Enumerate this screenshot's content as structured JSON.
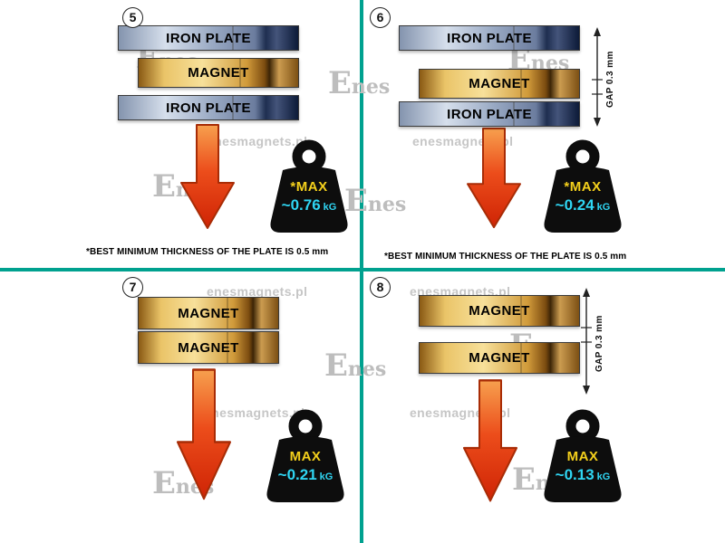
{
  "colors": {
    "divider": "#00a18f",
    "arrow": "#ec4d1b",
    "weight_body": "#0d0d0d",
    "max_label_text": "#f4d01c",
    "value_text": "#2fd5f2",
    "iron_plate_steel": "#9aaac4",
    "magnet_gold": "#eac468"
  },
  "watermark": {
    "site": "enesmagnets.pl",
    "logo": "Enes"
  },
  "panels": {
    "p5": {
      "number": "5",
      "layers": [
        "IRON PLATE",
        "MAGNET",
        "IRON PLATE"
      ],
      "weight": {
        "label": "*MAX",
        "value": "~0.76",
        "unit": "kG"
      },
      "footnote": "*BEST MINIMUM THICKNESS OF THE PLATE IS 0.5 mm"
    },
    "p6": {
      "number": "6",
      "layers": [
        "IRON PLATE",
        "MAGNET",
        "IRON PLATE"
      ],
      "gap_label": "GAP  0.3 mm",
      "weight": {
        "label": "*MAX",
        "value": "~0.24",
        "unit": "kG"
      },
      "footnote": "*BEST MINIMUM THICKNESS OF THE PLATE IS 0.5 mm"
    },
    "p7": {
      "number": "7",
      "layers": [
        "MAGNET",
        "MAGNET"
      ],
      "weight": {
        "label": "MAX",
        "value": "~0.21",
        "unit": "kG"
      }
    },
    "p8": {
      "number": "8",
      "layers": [
        "MAGNET",
        "MAGNET"
      ],
      "gap_label": "GAP  0.3 mm",
      "weight": {
        "label": "MAX",
        "value": "~0.13",
        "unit": "kG"
      }
    }
  }
}
